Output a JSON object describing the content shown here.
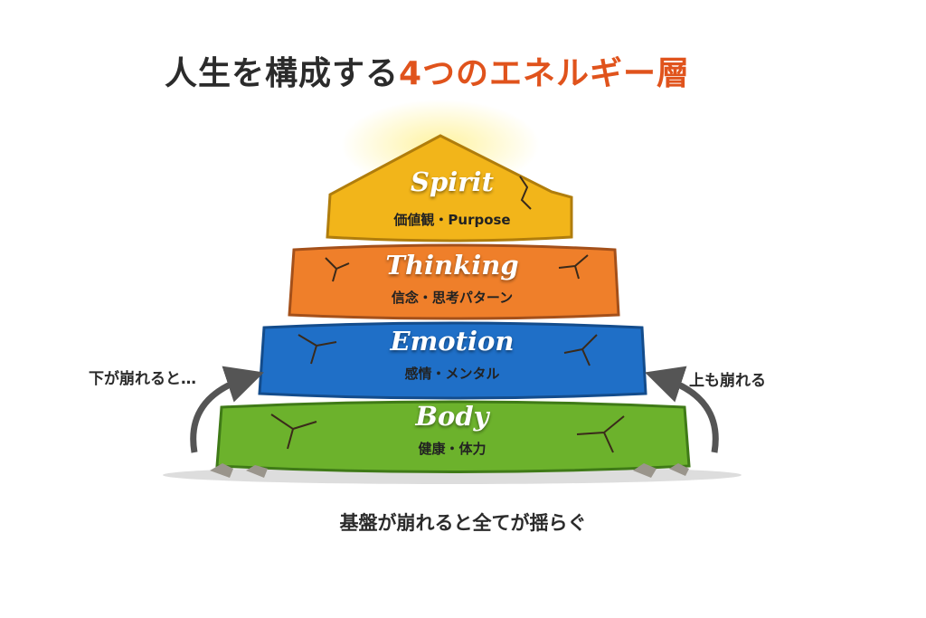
{
  "title": {
    "prefix": "人生を構成する",
    "accent": "4つのエネルギー層"
  },
  "layers": [
    {
      "name": "Spirit",
      "subtitle": "価値観・Purpose",
      "color": "#f2b51a"
    },
    {
      "name": "Thinking",
      "subtitle": "信念・思考パターン",
      "color": "#ef7f2a"
    },
    {
      "name": "Emotion",
      "subtitle": "感情・メンタル",
      "color": "#1f6fc7"
    },
    {
      "name": "Body",
      "subtitle": "健康・体力",
      "color": "#6cb22c"
    }
  ],
  "left_label": "下が崩れると…",
  "right_label": "上も崩れる",
  "bottom_caption": "基盤が崩れると全てが揺らぐ"
}
